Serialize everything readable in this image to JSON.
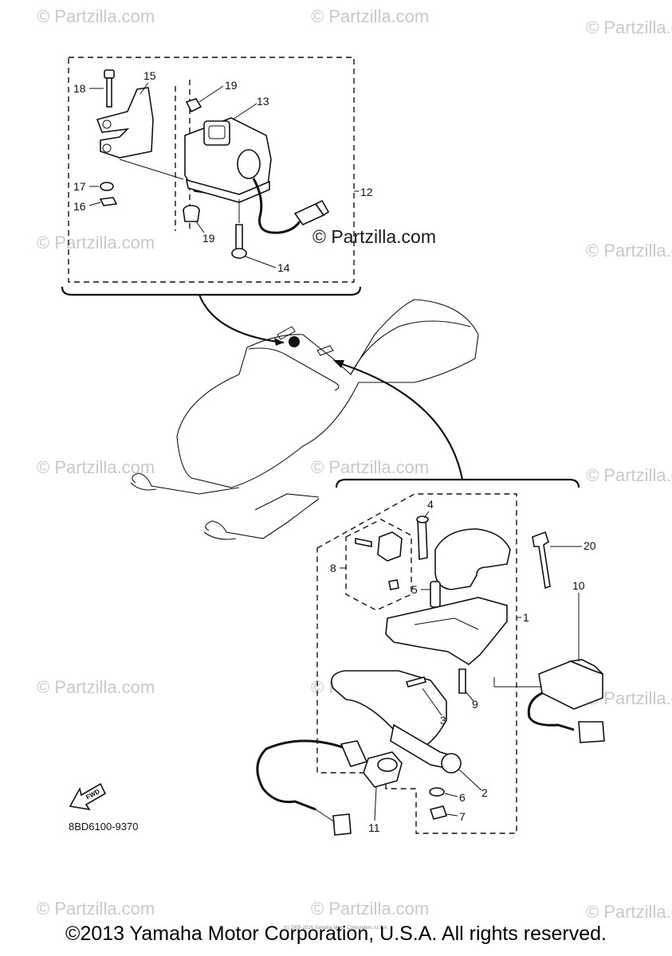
{
  "watermarks": [
    "© Partzilla.com"
  ],
  "brand_watermark": "© Partzilla.com",
  "callouts": {
    "c1": "1",
    "c2": "2",
    "c3": "3",
    "c4": "4",
    "c5": "5",
    "c6": "6",
    "c7": "7",
    "c8": "8",
    "c9": "9",
    "c10": "10",
    "c11": "11",
    "c12": "12",
    "c13": "13",
    "c14": "14",
    "c15": "15",
    "c16": "16",
    "c17": "17",
    "c18": "18",
    "c19": "19",
    "c20": "20"
  },
  "fwd_label": "FWD",
  "part_number": "8BD6100-9370",
  "tiny_copyright": "(c) 2005-2016 Yamaha Motor Corporation, U.S.A.",
  "copyright": "©2013 Yamaha Motor Corporation, U.S.A. All rights reserved."
}
